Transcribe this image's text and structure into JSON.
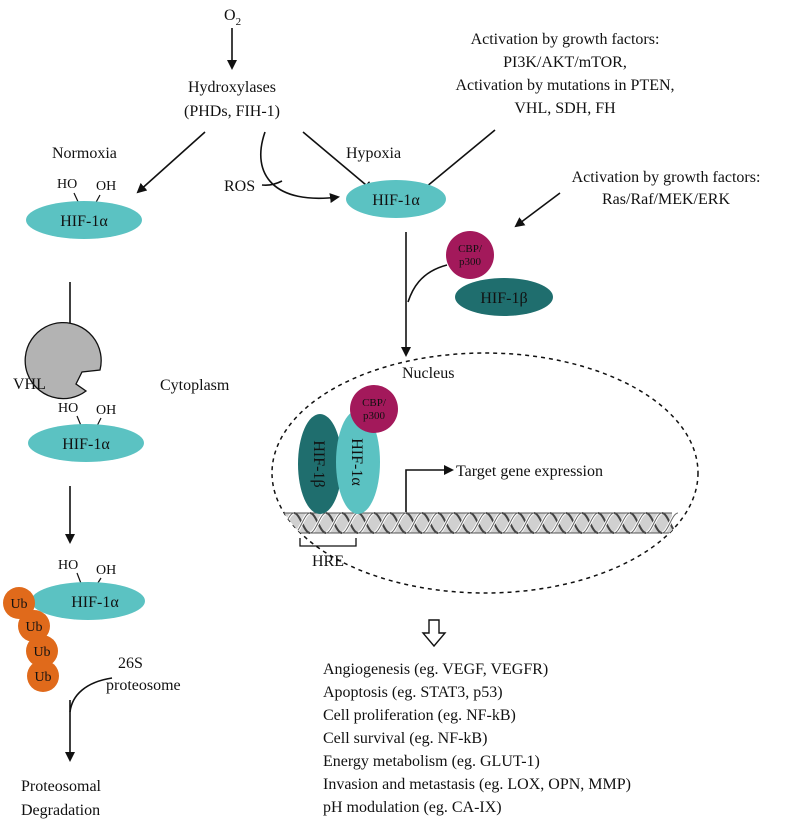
{
  "top": {
    "oxygen": "O",
    "oxygen_sub": "2",
    "hydroxylases": [
      "Hydroxylases",
      "(PHDs, FIH-1)"
    ]
  },
  "labels": {
    "normoxia": "Normoxia",
    "hypoxia": "Hypoxia",
    "ros": "ROS",
    "cytoplasm": "Cytoplasm",
    "nucleus": "Nucleus",
    "target_gene": "Target gene expression",
    "hre": "HRE",
    "proteasome": [
      "26S",
      "proteosome"
    ],
    "degradation": [
      "Proteosomal",
      "Degradation"
    ],
    "ho": "HO",
    "oh": "OH"
  },
  "activation": {
    "pi3k": [
      "Activation by growth factors:",
      "PI3K/AKT/mTOR,",
      "Activation by mutations in PTEN,",
      "VHL, SDH, FH"
    ],
    "ras": [
      "Activation by growth factors:",
      "Ras/Raf/MEK/ERK"
    ]
  },
  "molecules": {
    "hif1a": "HIF-1α",
    "hif1b": "HIF-1β",
    "vhl": "VHL",
    "cbp": [
      "CBP/",
      "p300"
    ],
    "ub": "Ub"
  },
  "colors": {
    "hif1a": "#5bc2c2",
    "hif1b": "#1f6e6e",
    "cbp": "#a3195b",
    "ub": "#e06a1b",
    "vhl": "#b3b3b3"
  },
  "outcomes": [
    "Angiogenesis (eg. VEGF, VEGFR)",
    "Apoptosis (eg. STAT3, p53)",
    "Cell proliferation (eg. NF-kB)",
    "Cell survival (eg. NF-kB)",
    "Energy metabolism (eg. GLUT-1)",
    "Invasion and metastasis (eg. LOX, OPN, MMP)",
    "pH modulation (eg. CA-IX)"
  ]
}
